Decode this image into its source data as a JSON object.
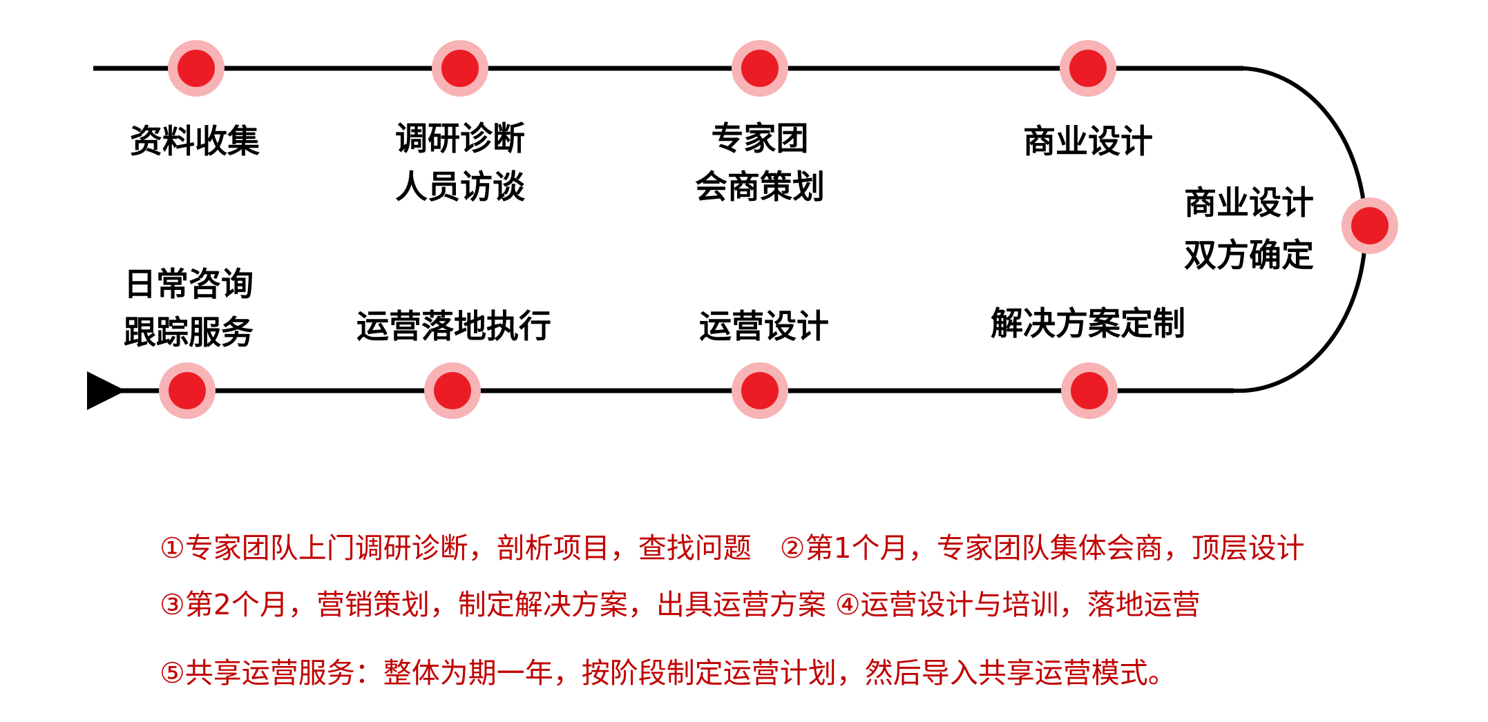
{
  "colors": {
    "line": "#000000",
    "dot_outer": "#f7b3b5",
    "dot_inner": "#ec1c24",
    "note_text": "#c00000"
  },
  "steps": [
    {
      "lines": [
        "资料收集"
      ]
    },
    {
      "lines": [
        "调研诊断",
        "人员访谈"
      ]
    },
    {
      "lines": [
        "专家团",
        "会商策划"
      ]
    },
    {
      "lines": [
        "商业设计"
      ]
    },
    {
      "lines": [
        "商业设计",
        "双方确定"
      ]
    },
    {
      "lines": [
        "解决方案定制"
      ]
    },
    {
      "lines": [
        "运营设计"
      ]
    },
    {
      "lines": [
        "运营落地执行"
      ]
    },
    {
      "lines": [
        "日常咨询",
        "跟踪服务"
      ]
    }
  ],
  "notes": [
    "①专家团队上门调研诊断，剖析项目，查找问题　②第1个月，专家团队集体会商，顶层设计",
    "③第2个月，营销策划，制定解决方案，出具运营方案 ④运营设计与培训，落地运营",
    "⑤共享运营服务：整体为期一年，按阶段制定运营计划，然后导入共享运营模式。"
  ]
}
